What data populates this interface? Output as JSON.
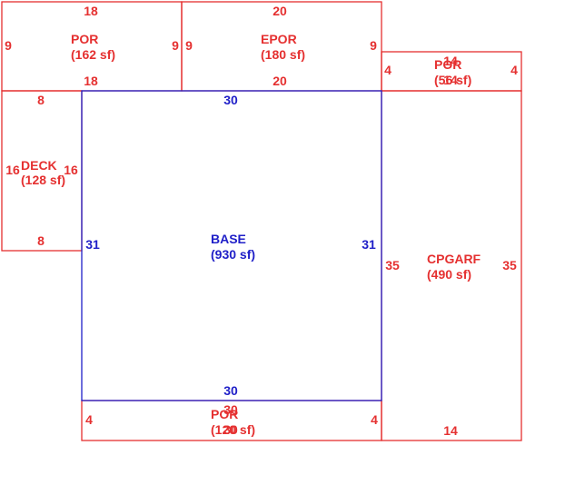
{
  "colors": {
    "red": "#e53030",
    "blue": "#2020c8",
    "background": "#ffffff"
  },
  "areas": [
    {
      "id": "por-top-left",
      "color": "red",
      "name": "POR",
      "area": "(162 sf)",
      "dims": [
        "18",
        "9",
        "9",
        "18"
      ]
    },
    {
      "id": "epor",
      "color": "red",
      "name": "EPOR",
      "area": "(180 sf)",
      "dims": [
        "20",
        "9",
        "9",
        "20"
      ]
    },
    {
      "id": "por-right",
      "color": "red",
      "name": "POR",
      "area": "(56 sf)",
      "dims": [
        "14",
        "14",
        "4",
        "4"
      ]
    },
    {
      "id": "deck",
      "color": "red",
      "name": "DECK",
      "area": "(128 sf)",
      "dims": [
        "8",
        "16",
        "16",
        "8"
      ]
    },
    {
      "id": "base",
      "color": "blue",
      "name": "BASE",
      "area": "(930 sf)",
      "dims": [
        "30",
        "31",
        "31",
        "30"
      ]
    },
    {
      "id": "cpgarf",
      "color": "red",
      "name": "CPGARF",
      "area": "(490 sf)",
      "dims": [
        "35",
        "35",
        "14"
      ]
    },
    {
      "id": "por-bottom",
      "color": "red",
      "name": "POR",
      "area": "(120 sf)",
      "dims": [
        "30",
        "30",
        "4",
        "4"
      ]
    }
  ]
}
